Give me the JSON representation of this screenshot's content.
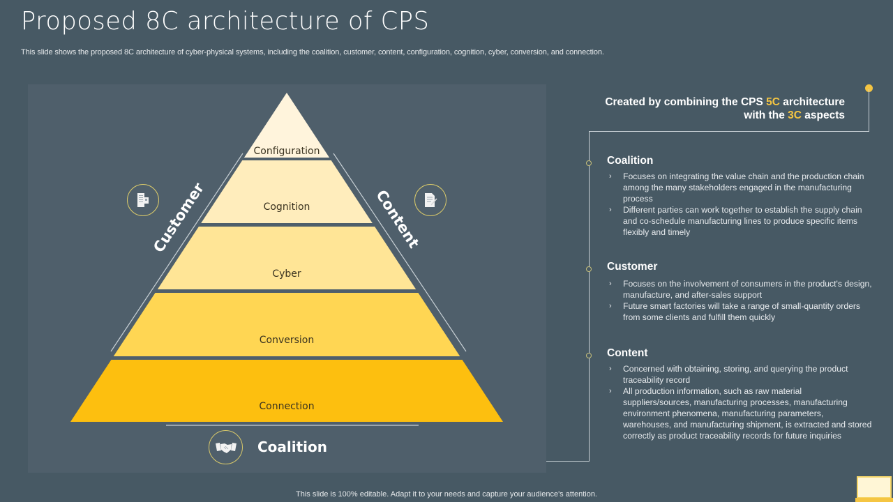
{
  "header": {
    "title": "Proposed 8C architecture of CPS",
    "subtitle": "This slide shows the proposed 8C architecture of cyber-physical systems, including the coalition, customer, content, configuration, cognition, cyber, conversion, and connection."
  },
  "pyramid": {
    "layers": [
      {
        "label": "Configuration",
        "color": "#fff4dc"
      },
      {
        "label": "Cognition",
        "color": "#ffedbc"
      },
      {
        "label": "Cyber",
        "color": "#ffe596"
      },
      {
        "label": "Conversion",
        "color": "#ffd653"
      },
      {
        "label": "Connection",
        "color": "#fdbf0f"
      }
    ],
    "left_label": "Customer",
    "right_label": "Content",
    "bottom_label": "Coalition",
    "icons": {
      "left": "building-icon",
      "right": "document-pen-icon",
      "bottom": "handshake-icon"
    }
  },
  "right_panel": {
    "header_parts": {
      "line1_pre": "Created by combining the CPS ",
      "line1_accent": "5C",
      "line1_post": " architecture",
      "line2_pre": "with the ",
      "line2_accent": "3C",
      "line2_post": " aspects"
    },
    "sections": [
      {
        "title": "Coalition",
        "bullets": [
          "Focuses on integrating the value chain and the production chain among the many stakeholders engaged in the manufacturing process",
          "Different parties can work together to establish the supply chain and co-schedule manufacturing lines to produce specific items flexibly and timely"
        ]
      },
      {
        "title": "Customer",
        "bullets": [
          "Focuses on the involvement of consumers in the product's design, manufacture, and after-sales support",
          "Future smart factories will take a range of small-quantity orders from some clients and fulfill them quickly"
        ]
      },
      {
        "title": "Content",
        "bullets": [
          "Concerned with obtaining, storing, and querying the product traceability record",
          "All production information, such as raw material suppliers/sources, manufacturing processes, manufacturing environment phenomena, manufacturing parameters, warehouses, and manufacturing shipment, is extracted and stored correctly as product traceability records for future inquiries"
        ]
      }
    ],
    "bullet_glyph": "›"
  },
  "footer": {
    "text": "This slide is 100% editable. Adapt it to your needs and capture your audience's attention."
  },
  "colors": {
    "background": "#475964",
    "panel": "#4f5f6b",
    "accent": "#f5c542"
  }
}
